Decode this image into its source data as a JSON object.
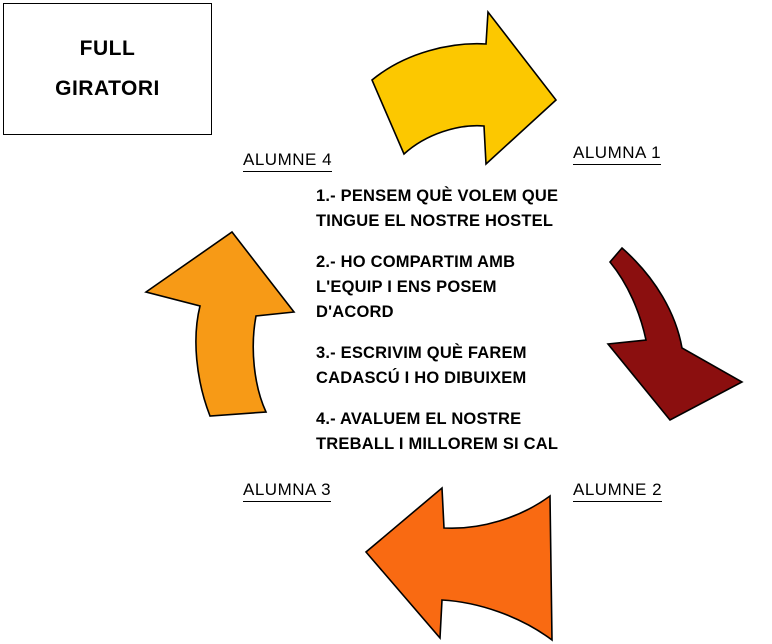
{
  "title_box": {
    "line1": "FULL",
    "line2": "GIRATORI"
  },
  "labels": {
    "top_left": "ALUMNE 4",
    "top_right": "ALUMNA 1",
    "bottom_left": "ALUMNA 3",
    "bottom_right": "ALUMNE 2"
  },
  "steps": [
    {
      "line1": "1.- PENSEM QUÈ VOLEM QUE",
      "line2": "TINGUE EL NOSTRE HOSTEL"
    },
    {
      "line1": "2.- HO COMPARTIM AMB",
      "line2": "L'EQUIP I ENS POSEM",
      "line3": "D'ACORD"
    },
    {
      "line1": "3.- ESCRIVIM QUÈ FAREM",
      "line2": "CADASCÚ I HO DIBUIXEM"
    },
    {
      "line1": "4.- AVALUEM EL NOSTRE",
      "line2": "TREBALL I MILLOREM SI CAL"
    }
  ],
  "arrows": {
    "top": {
      "name": "yellow-curved-arrow-right",
      "color": "#FCC800",
      "outline": "#000000",
      "direction": "right"
    },
    "right": {
      "name": "dark-red-curved-arrow-down",
      "color": "#8B0F0F",
      "outline": "#000000",
      "direction": "down"
    },
    "bottom": {
      "name": "orange-curved-arrow-left",
      "color": "#F96A12",
      "outline": "#000000",
      "direction": "left"
    },
    "left": {
      "name": "orange-curved-arrow-up",
      "color": "#F79A16",
      "outline": "#000000",
      "direction": "up"
    }
  },
  "colors": {
    "background": "#FFFFFF",
    "text": "#000000",
    "border": "#000000"
  }
}
